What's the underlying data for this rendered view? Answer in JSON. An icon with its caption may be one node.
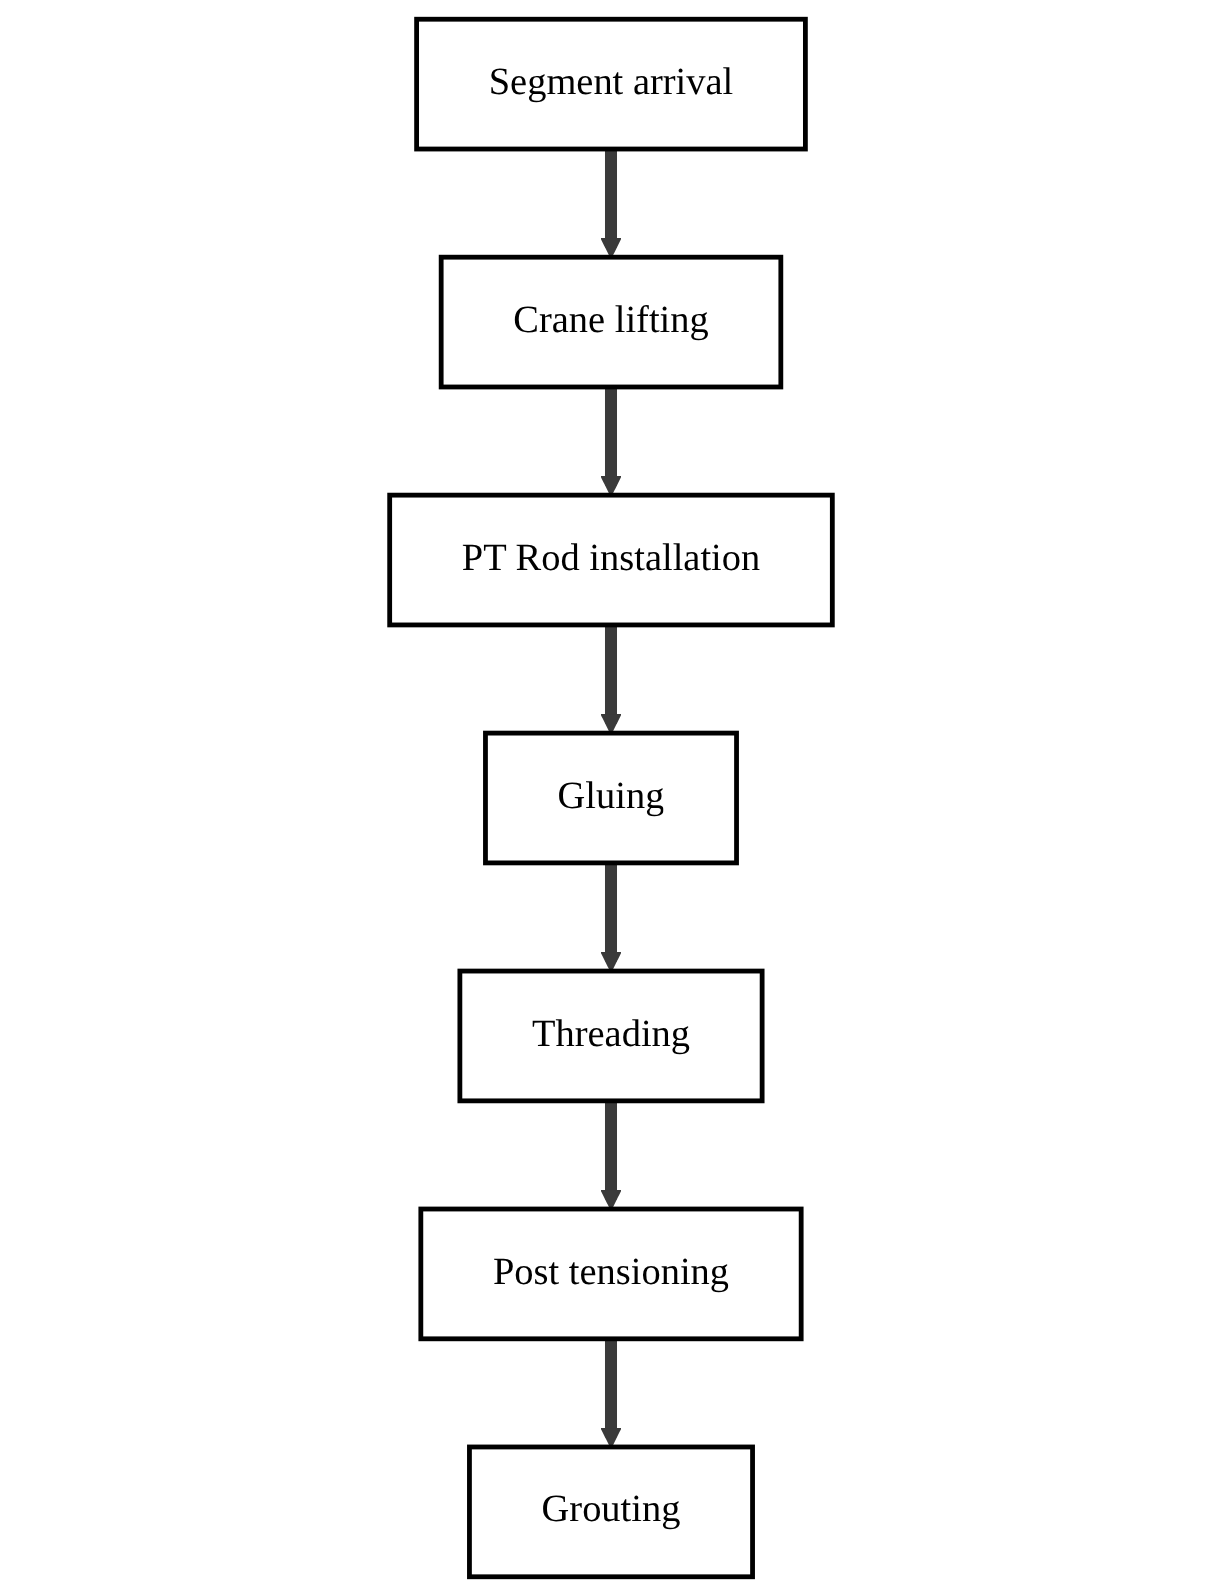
{
  "diagram": {
    "nodes": [
      {
        "text": [
          "Segment arrival"
        ]
      },
      {
        "text": [
          "Crane lifting"
        ]
      },
      {
        "text": [
          "PT Rod installation"
        ]
      },
      {
        "text": [
          "Gluing"
        ]
      },
      {
        "text": [
          "Threading"
        ]
      },
      {
        "text": [
          "Post tensioning"
        ]
      },
      {
        "text": [
          "Grouting"
        ]
      }
    ],
    "edges": [
      {
        "from": 0,
        "to": 1,
        "arrow": "to"
      },
      {
        "from": 1,
        "to": 2,
        "arrow": "to"
      },
      {
        "from": 2,
        "to": 3,
        "arrow": "to"
      },
      {
        "from": 3,
        "to": 4,
        "arrow": "to"
      },
      {
        "from": 4,
        "to": 5,
        "arrow": "to"
      },
      {
        "from": 5,
        "to": 6,
        "arrow": "to"
      }
    ]
  }
}
